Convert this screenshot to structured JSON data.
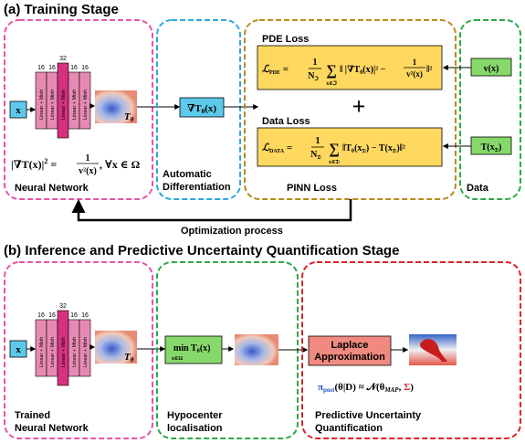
{
  "training": {
    "title": "(a) Training Stage",
    "input_x": "x",
    "layer_sizes": [
      "16",
      "16",
      "32",
      "16",
      "16"
    ],
    "layer_label": "Linear + Mish",
    "output_T": "T",
    "output_T_sub": "θ",
    "eikonal_lhs": "|∇T(x)|",
    "eikonal_rhs_num": "1",
    "eikonal_rhs_den": "v²(x)",
    "eikonal_tail": ", ∀x ∈ Ω",
    "nn_label": "Neural Network",
    "grad_box": "∇T",
    "grad_sub": "θ",
    "grad_tail": "(x)",
    "autodiff_label_1": "Automatic",
    "autodiff_label_2": "Differentiation",
    "pde_loss_title": "PDE Loss",
    "pde_loss_name": "ℒ",
    "pde_loss_name_sub": "PDE",
    "pde_loss_frac_num": "1",
    "pde_loss_frac_den": "N",
    "pde_loss_frac_den_sub": "ℑ",
    "pde_loss_sum_sub": "x∈ℑ",
    "pde_loss_body": "‖ |∇T",
    "pde_loss_body2": "(x)|² −",
    "pde_loss_inner_num": "1",
    "pde_loss_inner_den": "v²(x)",
    "pde_loss_close": "‖²",
    "plus": "+",
    "data_loss_title": "Data Loss",
    "data_loss_name": "ℒ",
    "data_loss_name_sub": "DATA",
    "data_loss_frac_den_sub": "𝔇",
    "data_loss_sum_sub": "x∈𝔇",
    "data_loss_body": "‖T",
    "data_loss_body2": "(x",
    "data_loss_body3": ") − T(x",
    "data_loss_body4": ")‖²",
    "pinn_label": "PINN Loss",
    "v_box": "v(x)",
    "t_box": "T(x",
    "t_box_sub": "𝔇",
    "t_box_close": ")",
    "data_label": "Data",
    "opt_label": "Optimization process",
    "colors": {
      "pink": "#e754a5",
      "blue": "#2ea6dc",
      "gold": "#b98b1d",
      "green": "#2ea84a",
      "red": "#d7262b",
      "layer": "#e78ab3",
      "input": "#5cc9ea",
      "loss_fill": "#ffd860",
      "green_fill": "#86d86b"
    }
  },
  "inference": {
    "title": "(b) Inference and Predictive Uncertainty Quantification Stage",
    "input_x": "x",
    "layer_sizes": [
      "16",
      "16",
      "32",
      "16",
      "16"
    ],
    "layer_label": "Linear + Mish",
    "output_T": "T",
    "output_T_sub": "θ",
    "nn_label_1": "Trained",
    "nn_label_2": "Neural Network",
    "min_box": "min T",
    "min_box_sub": "x∈Ω",
    "min_box_tail": "(x)",
    "hypo_label_1": "Hypocenter",
    "hypo_label_2": "localisation",
    "laplace_1": "Laplace",
    "laplace_2": "Approximation",
    "posterior": "π",
    "posterior_sub": "post",
    "posterior_rest": "(θ|D) ≈ 𝒩(θ",
    "posterior_map": "MAP",
    "posterior_sigma": "Σ",
    "puq_label_1": "Predictive Uncertainty",
    "puq_label_2": "Quantification"
  }
}
